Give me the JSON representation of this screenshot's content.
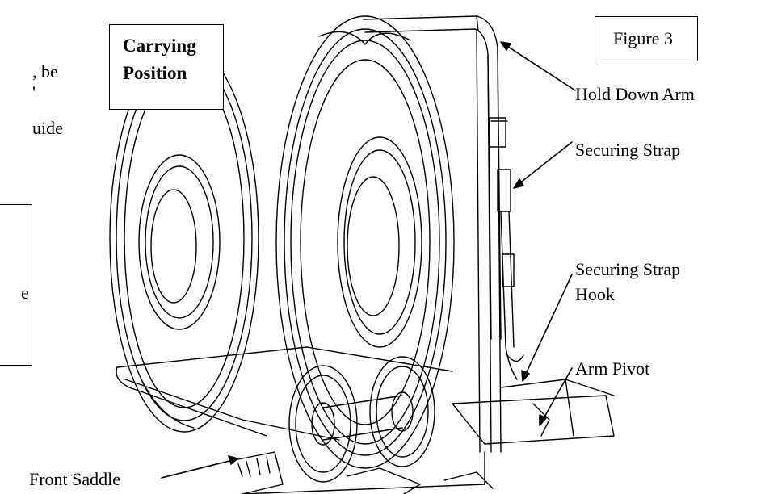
{
  "left_fragments": {
    "line1": ", be",
    "line2": "'",
    "line3": "uide",
    "line4": "e"
  },
  "title_box": {
    "line1": "Carrying",
    "line2": "Position"
  },
  "figure_label": "Figure 3",
  "callouts": {
    "hold_down_arm": "Hold Down Arm",
    "securing_strap": "Securing Strap",
    "securing_strap_hook_line1": "Securing Strap",
    "securing_strap_hook_line2": "Hook",
    "arm_pivot": "Arm Pivot",
    "front_saddle": "Front Saddle"
  }
}
